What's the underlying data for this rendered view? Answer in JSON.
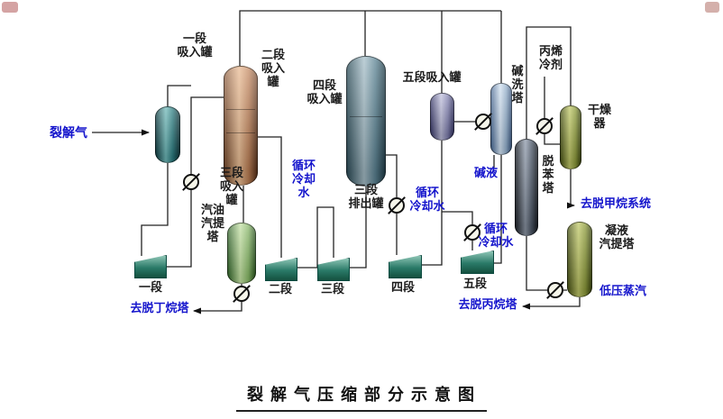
{
  "title": "裂解气压缩部分示意图",
  "equipment": {
    "stage1_suction_drum": "一段\n吸入罐",
    "stage2_suction_drum": "二段\n吸入\n罐",
    "stage3_suction_drum": "三段\n吸入\n罐",
    "stage3_discharge_drum": "三段\n排出罐",
    "stage4_suction_drum": "四段\n吸入罐",
    "stage5_suction_drum": "五段吸入罐",
    "caustic_wash_tower": "碱\n洗\n塔",
    "debenzene_tower": "脱\n苯\n塔",
    "dryer": "干燥\n器",
    "gasoline_stripper": "汽油\n汽提\n塔",
    "condensate_stripper": "凝液\n汽提塔"
  },
  "streams": {
    "cracked_gas": "裂解气",
    "propylene_refrigerant": "丙烯\n冷剂",
    "caustic_liquor": "碱液",
    "cooling_water_1": "循环\n冷却\n水",
    "cooling_water_2": "循环\n冷却水",
    "cooling_water_3": "循环\n冷却水",
    "to_debutanizer": "去脱丁烷塔",
    "to_depropanizer": "去脱丙烷塔",
    "to_demethanizer_system": "去脱甲烷系统",
    "lp_steam": "低压蒸汽"
  },
  "compressors": [
    {
      "label": "一段"
    },
    {
      "label": "二段"
    },
    {
      "label": "三段"
    },
    {
      "label": "四段"
    },
    {
      "label": "五段"
    }
  ],
  "colors": {
    "label_black": "#1a1a1a",
    "label_blue": "#1414cc",
    "pipe": "#222222",
    "vessel_teal": "#2f7f7f",
    "vessel_tan": "#c89a72",
    "vessel_steel": "#7fa0ad",
    "vessel_purple": "#9a9ac8",
    "vessel_lightblue": "#aac4e0",
    "vessel_slate": "#5a6472",
    "vessel_olive": "#9aa84e",
    "vessel_green": "#9cc87e",
    "compressor": "#3f8f7f",
    "background": "#ffffff"
  }
}
